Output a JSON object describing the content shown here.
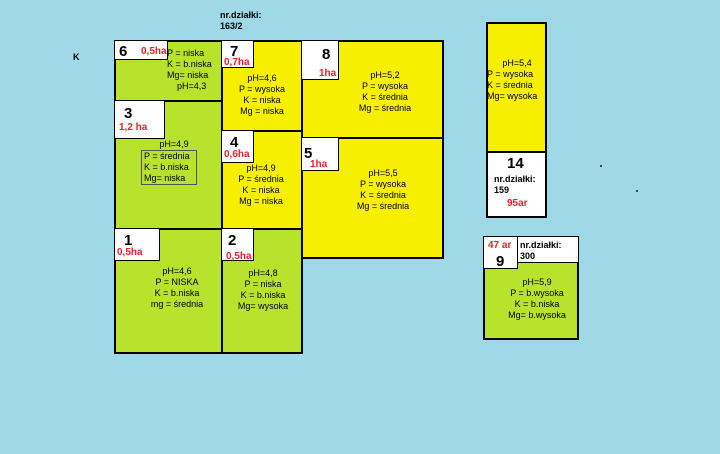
{
  "top_label": {
    "line1": "nr.działki:",
    "line2": "163/2"
  },
  "k_marker": "K",
  "plots": {
    "p6": {
      "num": "6",
      "area": "0,5ha",
      "lines": [
        "P = niska",
        "K = b.niska",
        "Mg= niska",
        "pH=4,3"
      ]
    },
    "p7": {
      "num": "7",
      "area": "0,7ha",
      "lines": [
        "pH=4,6",
        "P = wysoka",
        "K = niska",
        "Mg = niska"
      ]
    },
    "p8": {
      "num": "8",
      "area": "1ha",
      "lines": [
        "pH=5,2",
        "P = wysoka",
        "K = średnia",
        "Mg = średnia"
      ]
    },
    "p3": {
      "num": "3",
      "area": "1,2 ha",
      "ph": "pH=4,9",
      "lines": [
        "P = średnia",
        "K = b.niska",
        "Mg= niska"
      ]
    },
    "p4": {
      "num": "4",
      "area": "0,6ha",
      "lines": [
        "pH=4,9",
        "P = średnia",
        "K = niska",
        "Mg = niska"
      ]
    },
    "p5": {
      "num": "5",
      "area": "1ha",
      "lines": [
        "pH=5,5",
        "P = wysoka",
        "K = średnia",
        "Mg = średnia"
      ]
    },
    "p1": {
      "num": "1",
      "area": "0,5ha",
      "lines": [
        "pH=4,6",
        "P = NISKA",
        "K = b.niska",
        "mg = średnia"
      ]
    },
    "p2": {
      "num": "2",
      "area": "0,5ha",
      "lines": [
        "pH=4,8",
        "P = niska",
        "K = b.niska",
        "Mg= wysoka"
      ]
    },
    "p14": {
      "num": "14",
      "label1": "nr.działki:",
      "label2": "159",
      "area": "95ar",
      "lines": [
        "pH=5,4",
        "P = wysoka",
        "K = średnia",
        "Mg= wysoka"
      ]
    },
    "p9": {
      "num": "9",
      "area": "47 ar",
      "label1": "nr.działki:",
      "label2": "300",
      "lines": [
        "pH=5,9",
        "P = b.wysoka",
        "K = b.niska",
        "Mg= b.wysoka"
      ]
    }
  }
}
